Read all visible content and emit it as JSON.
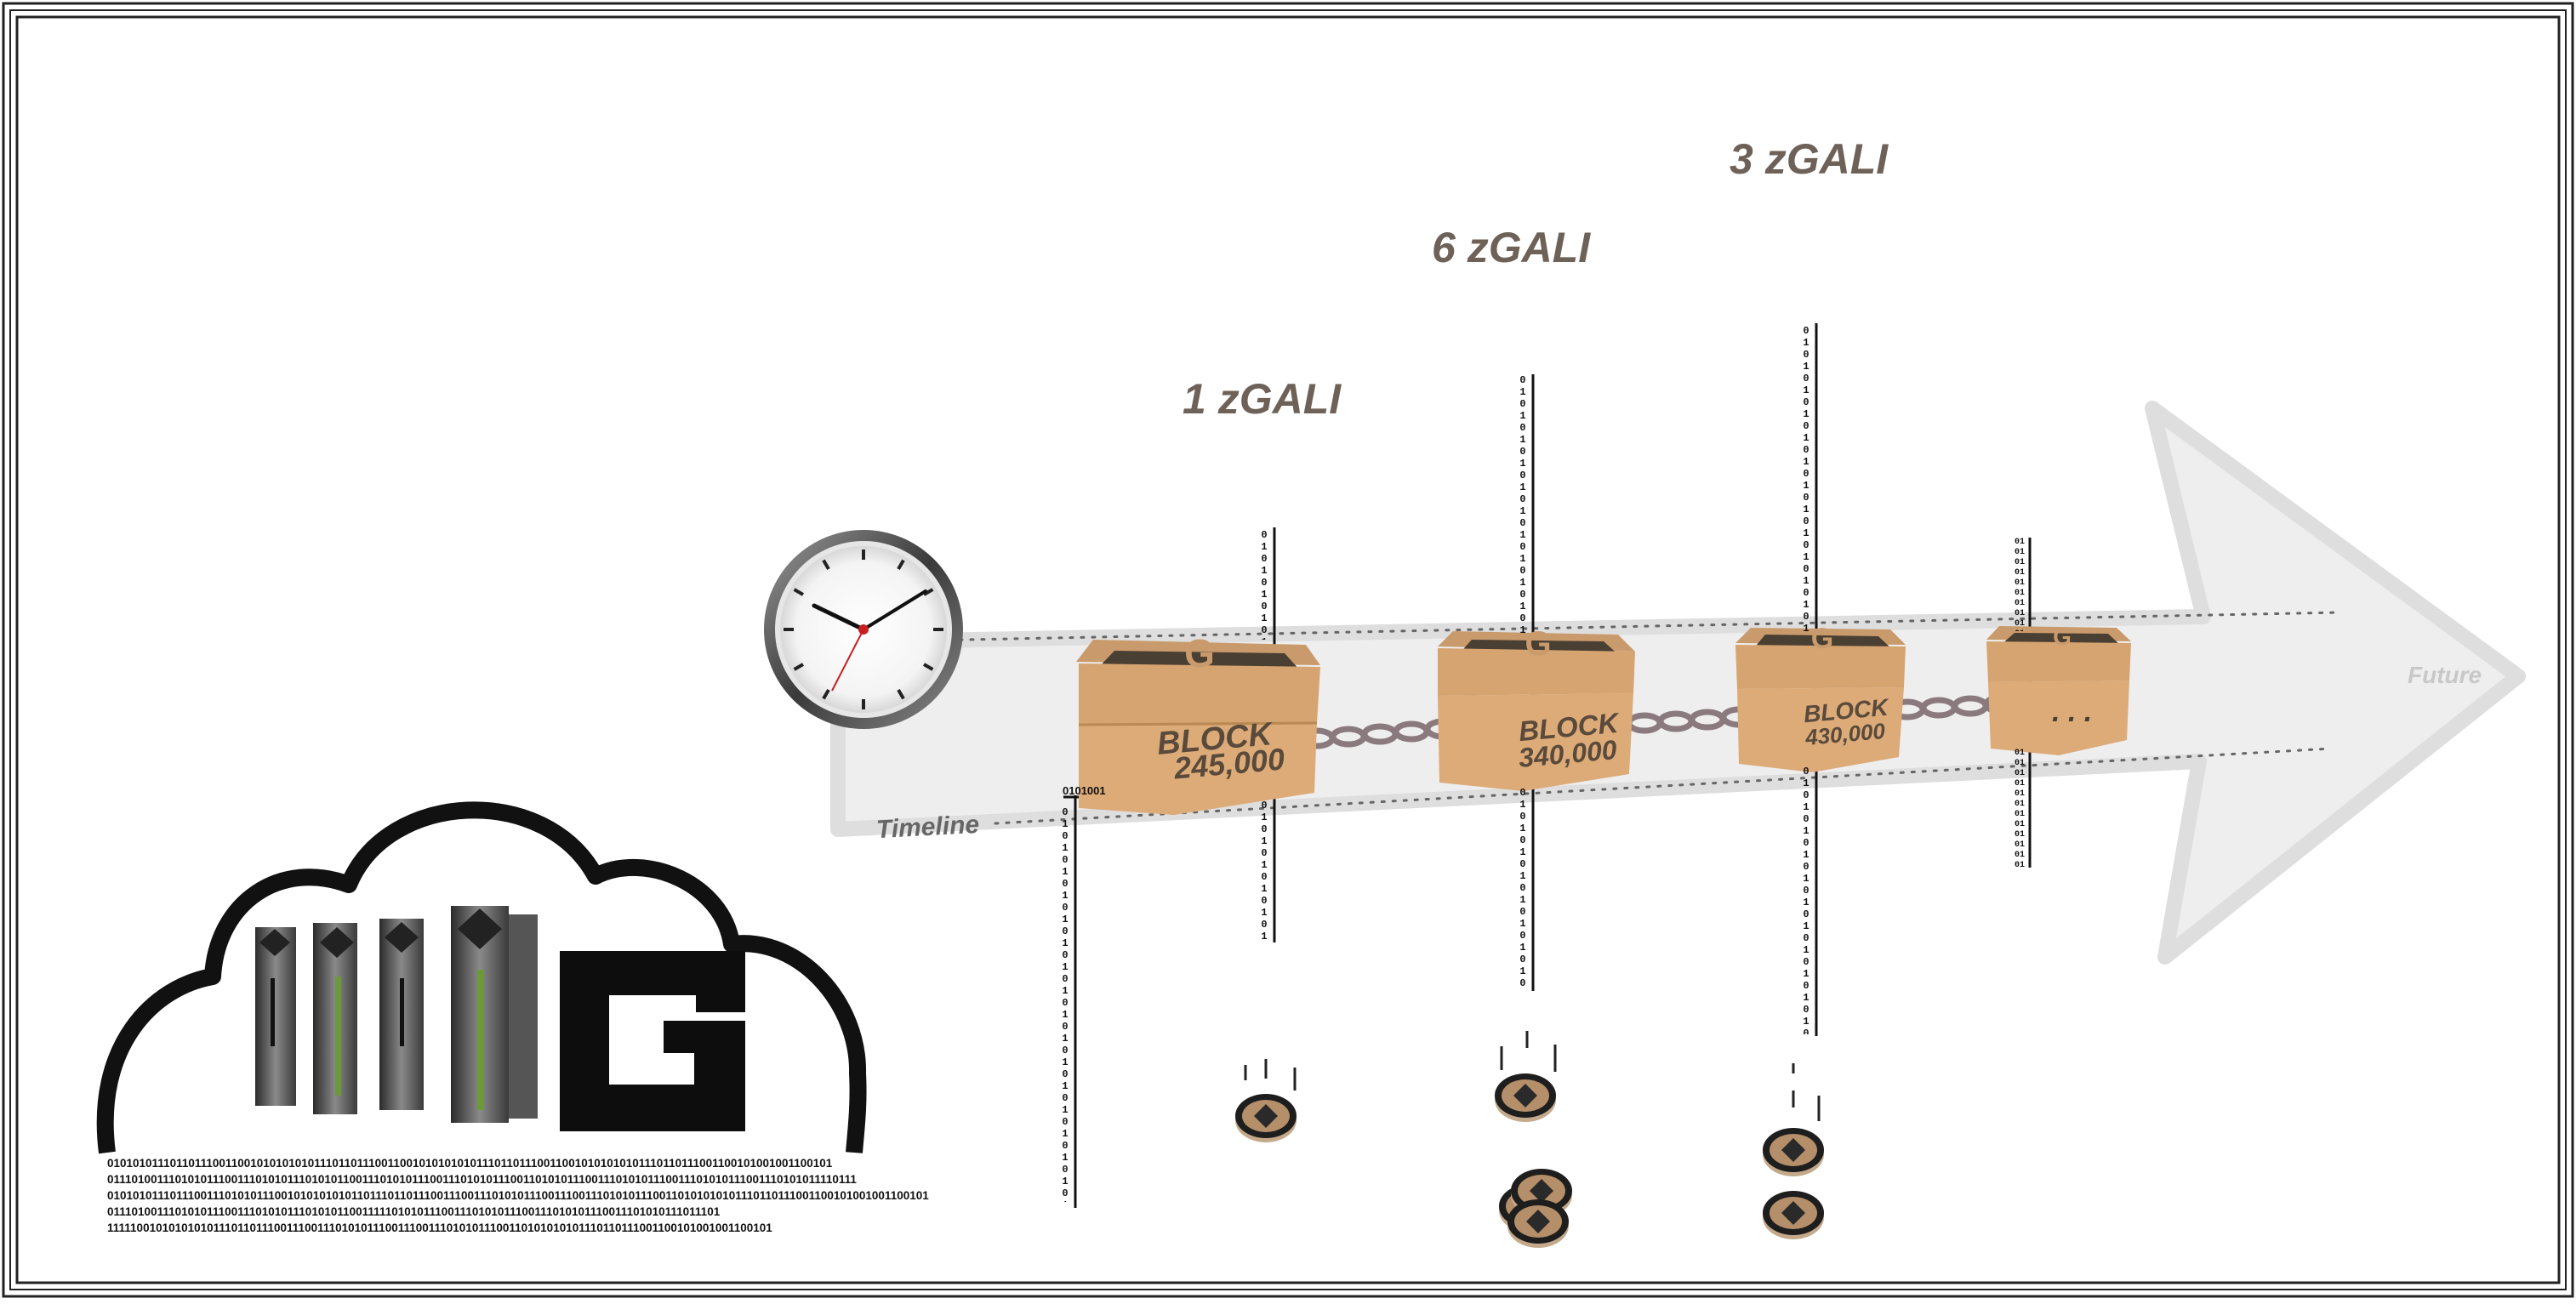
{
  "rewards": {
    "block1": "1 zGALI",
    "block2": "6 zGALI",
    "block3": "3 zGALI"
  },
  "timeline": {
    "label": "Timeline",
    "future_label": "Future"
  },
  "blocks": [
    {
      "word": "BLOCK",
      "number": "245,000"
    },
    {
      "word": "BLOCK",
      "number": "340,000"
    },
    {
      "word": "BLOCK",
      "number": "430,000"
    },
    {
      "ellipsis": ". . ."
    }
  ],
  "binary": {
    "cloud_lines": [
      "01010101110110111001100101010101011101101110011001010101010111011011100110010101010101110110111001100101001001100101",
      "0111010011101010111001110101011101010110011101010111001110101011100110101011100111010101110011101010111001110101011110111",
      "010101011101110011101010111001010101010110111011011100111001110101011100111001110101011100110101010101110110111001100101001001100101",
      "011101001110101011100111010101110101011001111101010111001110101011100111010101110011101010111011101",
      "11111001010101010111011011100111001110101011100111001110101011100110101010101110110111001100101001001100101"
    ],
    "tag": "0101001",
    "column": "01010101010101010101010101010101010101010101010101"
  },
  "colors": {
    "reward_text": "#6e6157",
    "box_front": "#dcab78",
    "box_top": "#c99b6c",
    "logo_dark": "#4a3f33",
    "arrow_fill": "#ededed"
  },
  "icons": [
    "clock-icon",
    "cloud-server-icon",
    "g-logo-icon",
    "chain-icon",
    "coin-icon"
  ]
}
